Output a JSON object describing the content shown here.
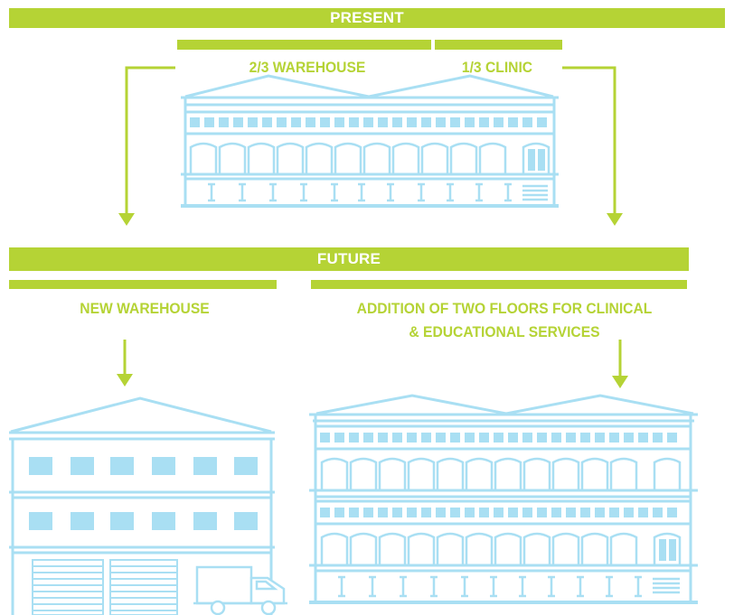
{
  "present": {
    "title": "PRESENT",
    "warehouse_label": "2/3 WAREHOUSE",
    "clinic_label": "1/3 CLINIC"
  },
  "future": {
    "title": "FUTURE",
    "new_warehouse_label": "NEW WAREHOUSE",
    "addition_line1": "ADDITION OF TWO FLOORS FOR CLINICAL",
    "addition_line2": "& EDUCATIONAL SERVICES"
  },
  "colors": {
    "accent_green": "#b5d335",
    "building_blue": "#a9dff3"
  }
}
